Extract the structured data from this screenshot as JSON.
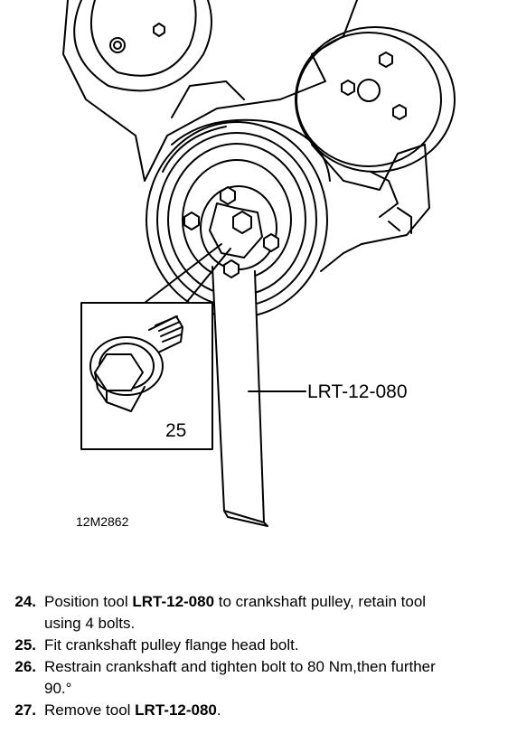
{
  "figure": {
    "tool_callout": "LRT-12-080",
    "detail_number": "25",
    "figure_id": "12M2862"
  },
  "steps": [
    {
      "num": "24.",
      "parts": [
        "Position tool ",
        "LRT-12-080",
        "  to crankshaft pulley, retain tool using 4 bolts."
      ]
    },
    {
      "num": "25.",
      "parts": [
        "Fit crankshaft pulley flange head bolt."
      ]
    },
    {
      "num": "26.",
      "parts": [
        "Restrain crankshaft and tighten bolt to 80 Nm,then further 90.°"
      ]
    },
    {
      "num": "27.",
      "parts": [
        "Remove tool ",
        "LRT-12-080",
        "."
      ]
    }
  ]
}
